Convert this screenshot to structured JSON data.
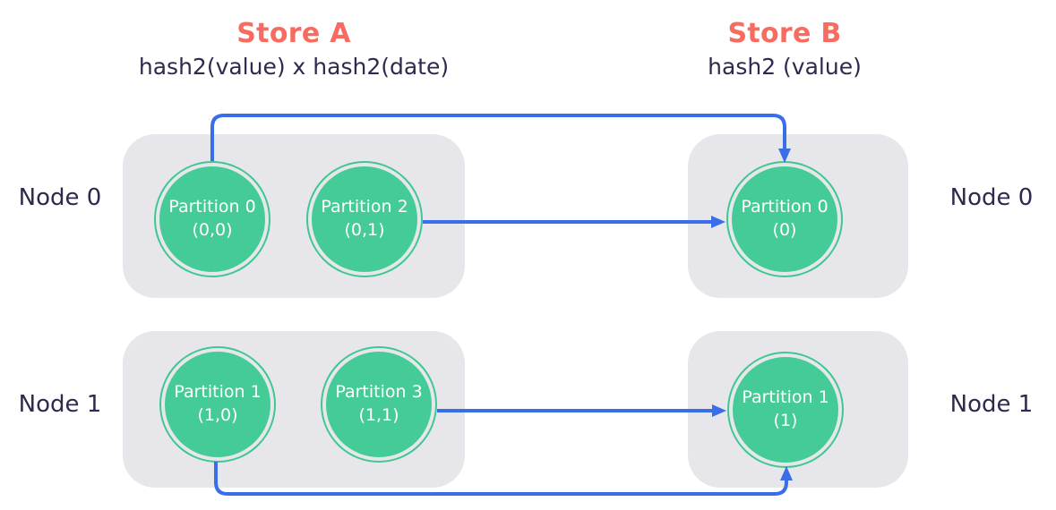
{
  "diagram": {
    "store_a": {
      "title": "Store A",
      "subtitle": "hash2(value) x hash2(date)"
    },
    "store_b": {
      "title": "Store B",
      "subtitle": "hash2 (value)"
    },
    "node_labels": {
      "store_a_node0": "Node 0",
      "store_a_node1": "Node 1",
      "store_b_node0": "Node 0",
      "store_b_node1": "Node 1"
    },
    "partitions": {
      "a_p0": {
        "label": "Partition 0",
        "coord": "(0,0)"
      },
      "a_p2": {
        "label": "Partition 2",
        "coord": "(0,1)"
      },
      "a_p1": {
        "label": "Partition 1",
        "coord": "(1,0)"
      },
      "a_p3": {
        "label": "Partition 3",
        "coord": "(1,1)"
      },
      "b_p0": {
        "label": "Partition 0",
        "coord": "(0)"
      },
      "b_p1": {
        "label": "Partition 1",
        "coord": "(1)"
      }
    },
    "colors": {
      "store_title": "#f96a5f",
      "text_dark": "#2e2a4d",
      "partition_fill": "#45cb97",
      "partition_ring": "#3fc791",
      "node_box": "#e7e7eb",
      "arrow": "#3a6ee8"
    }
  }
}
